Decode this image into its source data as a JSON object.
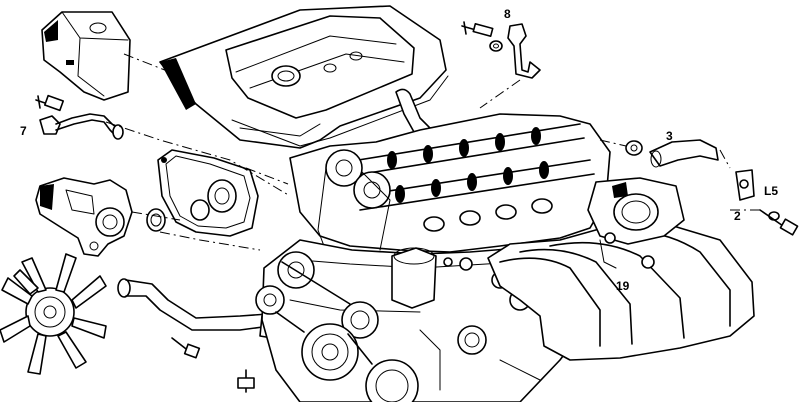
{
  "callouts": {
    "c8": "8",
    "c7": "7",
    "c3": "3",
    "cL5": "L5",
    "c2": "2",
    "c19": "19"
  },
  "colors": {
    "ink": "#000000",
    "paper": "#ffffff"
  }
}
